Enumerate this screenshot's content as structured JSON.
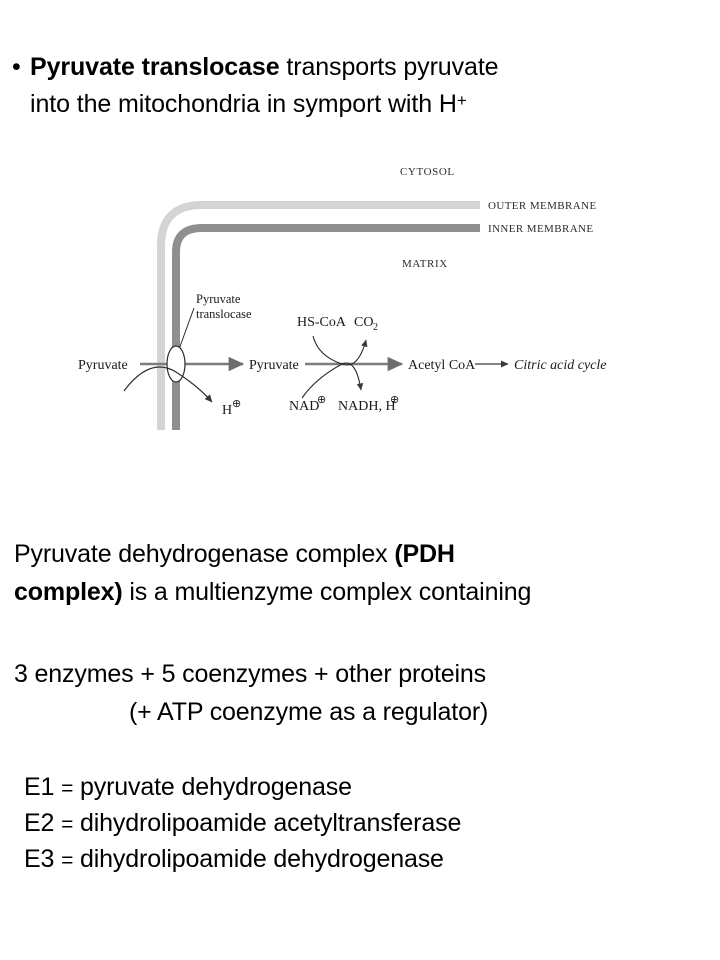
{
  "slide": {
    "bullet": {
      "marker": "•",
      "bold_lead": "Pyruvate translocase",
      "rest_line1": " transports pyruvate",
      "line2": "into the mitochondria in symport with H",
      "line2_superscript": "+"
    },
    "figure": {
      "labels": {
        "cytosol": "CYTOSOL",
        "outer_membrane": "OUTER MEMBRANE",
        "inner_membrane": "INNER MEMBRANE",
        "matrix": "MATRIX",
        "translocase_line1": "Pyruvate",
        "translocase_line2": "translocase",
        "pyruvate_out": "Pyruvate",
        "pyruvate_in": "Pyruvate",
        "proton": "H",
        "proton_charge": "⊕",
        "hs_coa": "HS-CoA",
        "co2": "CO",
        "co2_sub": "2",
        "nad": "NAD",
        "nad_charge": "⊕",
        "nadh": "NADH, H",
        "nadh_charge": "⊕",
        "acetyl_coa": "Acetyl CoA",
        "citric_acid_cycle": "Citric acid cycle"
      },
      "colors": {
        "outer_membrane": "#d0d0d0",
        "inner_membrane": "#8c8c8c",
        "arrow": "#808080",
        "text": "#1a1a1a"
      }
    },
    "paragraphs": {
      "pdh_lead": "Pyruvate dehydrogenase complex ",
      "pdh_bold1": "(PDH",
      "pdh_bold2": "complex)",
      "pdh_rest": " is a multienzyme complex containing",
      "enzymes_line": "3 enzymes + 5 coenzymes + other proteins",
      "regulator_line": "(+ ATP coenzyme as a regulator)"
    },
    "enzymes": [
      {
        "id": "E1",
        "eq": "=",
        "name": "pyruvate dehydrogenase"
      },
      {
        "id": "E2",
        "eq": "=",
        "name": "dihydrolipoamide acetyltransferase"
      },
      {
        "id": "E3",
        "eq": "=",
        "name": "dihydrolipoamide dehydrogenase"
      }
    ]
  }
}
